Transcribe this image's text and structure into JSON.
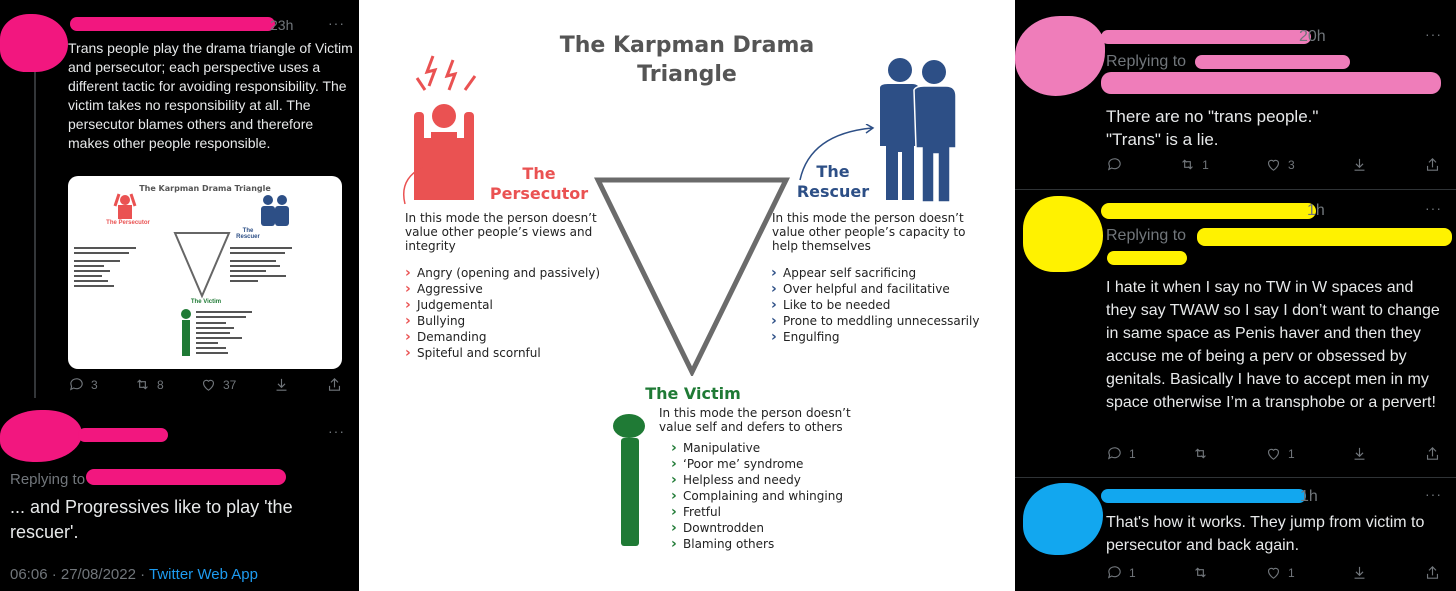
{
  "left": {
    "tweet1": {
      "time": "23h",
      "more": "···",
      "text": "Trans people play the drama triangle of Victim and persecutor; each perspective uses a different tactic for avoiding responsibility. The victim takes no responsibility at all. The persecutor blames others and therefore makes other people responsible.",
      "thumbnail": {
        "title": "The Karpman Drama Triangle",
        "persecutor": "The Persecutor",
        "rescuer": "The Rescuer",
        "victim": "The Victim"
      },
      "replies": "3",
      "retweets": "8",
      "likes": "37"
    },
    "tweet2": {
      "more": "···",
      "replying_to": "Replying to",
      "text": "... and Progressives like to play 'the rescuer'.",
      "timestamp": "06:06 · 27/08/2022 · ",
      "source": "Twitter Web App"
    }
  },
  "diagram": {
    "title_line1": "The Karpman Drama",
    "title_line2": "Triangle",
    "persecutor": {
      "label_line1": "The",
      "label_line2": "Persecutor",
      "color": "#ea5252",
      "desc": "In this mode the person doesn’t value other people’s views and integrity",
      "items": [
        "Angry (opening and passively)",
        "Aggressive",
        "Judgemental",
        "Bullying",
        "Demanding",
        "Spiteful and scornful"
      ]
    },
    "rescuer": {
      "label_line1": "The",
      "label_line2": "Rescuer",
      "color": "#2d4f86",
      "desc": "In this mode the person doesn’t value other people’s capacity to help themselves",
      "items": [
        "Appear self sacrificing",
        "Over helpful and facilitative",
        "Like to be needed",
        "Prone to meddling unnecessarily",
        "Engulfing"
      ]
    },
    "victim": {
      "label": "The Victim",
      "color": "#1f7a35",
      "desc": "In this mode the person doesn’t value self and defers to others",
      "items": [
        "Manipulative",
        "‘Poor me’ syndrome",
        "Helpless and needy",
        "Complaining and whinging",
        "Fretful",
        "Downtrodden",
        "Blaming others"
      ]
    }
  },
  "right": {
    "tweet1": {
      "time": "20h",
      "more": "···",
      "replying_to": "Replying to",
      "text_line1": "There are no \"trans people.\"",
      "text_line2": "\"Trans\" is a lie.",
      "retweets": "1",
      "likes": "3"
    },
    "tweet2": {
      "time": "1h",
      "more": "···",
      "replying_to": "Replying to",
      "text": "I hate it when I say no TW in W spaces and they say TWAW so I say I don’t want to change in same space as Penis haver and then they accuse me of being a perv or obsessed by genitals. Basically I have to accept men in my space otherwise I’m a transphobe or a pervert!",
      "replies": "1",
      "likes": "1"
    },
    "tweet3": {
      "time": "1h",
      "more": "···",
      "text": "That's how it works. They jump from victim to persecutor and back again.",
      "replies": "1",
      "likes": "1"
    }
  },
  "colors": {
    "scribble_pink": "#f2177f",
    "scribble_light_pink": "#ef7dba",
    "scribble_yellow": "#fff200",
    "scribble_blue": "#12a7ef",
    "link_blue": "#1d9bf0"
  }
}
